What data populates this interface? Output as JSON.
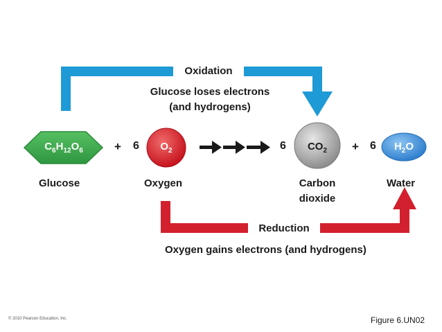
{
  "oxidation": {
    "label": "Oxidation",
    "caption_line1": "Glucose loses electrons",
    "caption_line2": "(and hydrogens)",
    "color": "#1e9ad6"
  },
  "reduction": {
    "label": "Reduction",
    "caption": "Oxygen gains electrons (and hydrogens)",
    "color": "#d3202e"
  },
  "molecules": {
    "glucose": {
      "parts": [
        "C",
        "6",
        "H",
        "12",
        "O",
        "6"
      ],
      "name": "Glucose",
      "color": "#3aa548"
    },
    "oxygen": {
      "coefficient": "6",
      "parts": [
        "O",
        "2"
      ],
      "name": "Oxygen",
      "color": "#d3202e"
    },
    "carbon_dioxide": {
      "coefficient": "6",
      "parts": [
        "CO",
        "2"
      ],
      "name_line1": "Carbon",
      "name_line2": "dioxide",
      "color": "#9a9a9a"
    },
    "water": {
      "coefficient": "6",
      "parts": [
        "H",
        "2",
        "O"
      ],
      "name": "Water",
      "color": "#3d8fd8"
    }
  },
  "operators": {
    "plus_1": "+",
    "plus_2": "+"
  },
  "icons": {
    "reaction_steps": "arrow-right-icon"
  },
  "footer": {
    "copyright": "© 2010 Pearson Education, Inc.",
    "figure_label": "Figure 6.UN02"
  }
}
